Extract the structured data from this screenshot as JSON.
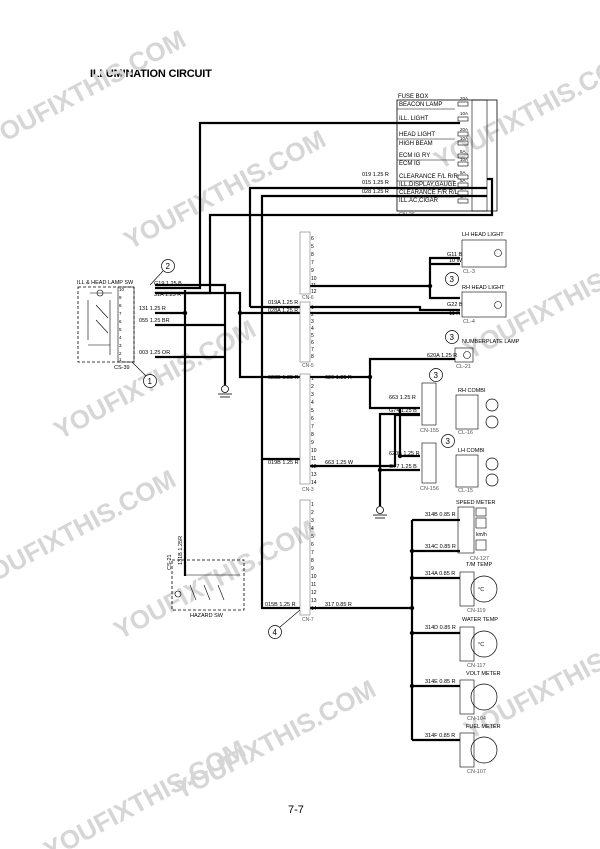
{
  "title": "ILLUMINATION CIRCUIT",
  "page_number": "7-7",
  "watermark": "YOUFIXTHIS.COM",
  "fuse_box": {
    "title": "FUSE BOX",
    "connector": "CN-26",
    "items": [
      {
        "label": "BEACON LAMP",
        "amp": "20A"
      },
      {
        "label": "ILL. LIGHT",
        "amp": "10A"
      },
      {
        "label": "HEAD LIGHT",
        "amp": "20A"
      },
      {
        "label": "HIGH BEAM",
        "amp": "10A"
      },
      {
        "label": "ECM IG RY",
        "amp": "5A"
      },
      {
        "label": "ECM IG",
        "amp": "10A"
      },
      {
        "label": "CLEARANCE F/L R/R",
        "amp": "5A"
      },
      {
        "label": "ILL.DISPLAY,GAUGE",
        "amp": "5A"
      },
      {
        "label": "CLEARANCE F/R R/L",
        "amp": "5A"
      },
      {
        "label": "ILL.AC,CIGAR",
        "amp": "5A"
      }
    ]
  },
  "wires": {
    "w019": "019 1.25 R",
    "w015": "015 1.25 R",
    "w028": "028 1.25 R",
    "wG19": "G19 1.25 B",
    "w31A": "31A 1.25 R",
    "w131": "131 1.25 R",
    "w055": "055 1.25 BR",
    "w003": "003 1.25 OR",
    "w019A": "019A 1.25 R",
    "w028A": "028A 1.25 R",
    "wG11": "G11 B",
    "w10W": "10 W",
    "wG22": "G22 B",
    "w11R": "11 R",
    "w620A": "620A 1.25 R",
    "w028B": "028B 1.25 R",
    "w620": "620 1.25 R",
    "w663": "663 1.25 R",
    "wG74": "G74 1.25 B",
    "w019B": "019B 1.25 R",
    "w663W": "663 1.25 W",
    "w620B": "620B 1.25 R",
    "wG77": "G77 1.25 B",
    "w131B": "131B 1.25R",
    "w015B": "015B 1.25 R",
    "w317": "317 0.85 R",
    "w314B": "314B 0.85 R",
    "w314C": "314C 0.85 R",
    "w314A": "314A 0.85 R",
    "w314D": "314D 0.85 R",
    "w314E": "314E 0.85 R",
    "w314F": "314F 0.85 R"
  },
  "components": {
    "ill_head_sw": "ILL & HEAD LAMP SW",
    "cs39": "CS-39",
    "cn6": "CN-6",
    "cn5": "CN-5",
    "cn3": "CN-3",
    "cn7": "CN-7",
    "lh_head": "LH HEAD LIGHT",
    "cl3": "CL-3",
    "rh_head": "RH HEAD LIGHT",
    "cl4": "CL-4",
    "number_lamp": "NUMBERPLATE LAMP",
    "cl21": "CL-21",
    "rh_combi": "RH COMBI",
    "cn155": "CN-155",
    "cl16": "CL-16",
    "lh_combi": "LH COMBI",
    "cn156": "CN-156",
    "cl15": "CL-15",
    "hazard_sw": "HAZARD SW",
    "cs21": "CS-21",
    "speed_meter": "SPEED METER",
    "cn127": "CN-127",
    "kmh": "km/h",
    "tm_temp": "T/M TEMP",
    "cn119": "CN-119",
    "water_temp": "WATER TEMP",
    "cn117": "CN-117",
    "volt_meter": "VOLT METER",
    "cn104": "CN-104",
    "fuel_meter": "FUEL METER",
    "cn107": "CN-107",
    "degc": "°C"
  },
  "callouts": [
    "1",
    "2",
    "3",
    "4"
  ]
}
